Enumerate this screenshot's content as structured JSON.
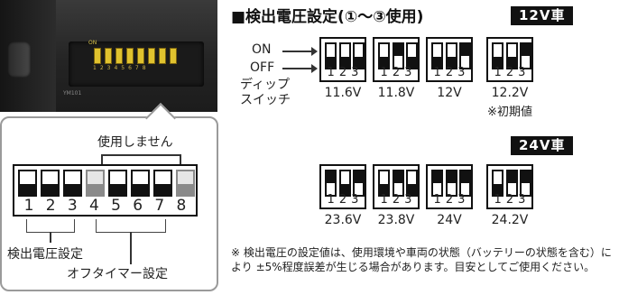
{
  "photo": {
    "on_mark": "ON",
    "dip_numbers": "12345678",
    "model_label": "YM101"
  },
  "zoom": {
    "unused_label": "使用しません",
    "numbers": [
      "1",
      "2",
      "3",
      "4",
      "5",
      "6",
      "7",
      "8"
    ],
    "states": [
      "up",
      "up",
      "up",
      "gray",
      "up",
      "up",
      "up",
      "gray"
    ],
    "voltage_setting_label": "検出電圧設定",
    "off_timer_label": "オフタイマー設定"
  },
  "title": "■検出電圧設定(①〜③使用)",
  "badge_12v": "12V車",
  "badge_24v": "24V車",
  "legend": {
    "on": "ON",
    "off": "OFF",
    "dip_line1": "ディップ",
    "dip_line2": "スイッチ"
  },
  "settings_12v": [
    {
      "states": [
        "up",
        "up",
        "up"
      ],
      "label": "11.6V"
    },
    {
      "states": [
        "up",
        "down",
        "up"
      ],
      "label": "11.8V"
    },
    {
      "states": [
        "up",
        "up",
        "down"
      ],
      "label": "12V"
    },
    {
      "states": [
        "up",
        "up",
        "down"
      ],
      "label": "12.2V",
      "sub": "※初期値"
    }
  ],
  "settings_24v": [
    {
      "states": [
        "down",
        "up",
        "down"
      ],
      "label": "23.6V"
    },
    {
      "states": [
        "up",
        "down",
        "up"
      ],
      "label": "23.8V"
    },
    {
      "states": [
        "down",
        "down",
        "down"
      ],
      "label": "24V"
    },
    {
      "states": [
        "up",
        "down",
        "down"
      ],
      "label": "24.2V"
    }
  ],
  "dip_numbers_3": [
    "1",
    "2",
    "3"
  ],
  "note": "※ 検出電圧の設定値は、使用環境や車両の状態（バッテリーの状態を含む）により ±5%程度誤差が生じる場合があります。目安としてご使用ください。"
}
